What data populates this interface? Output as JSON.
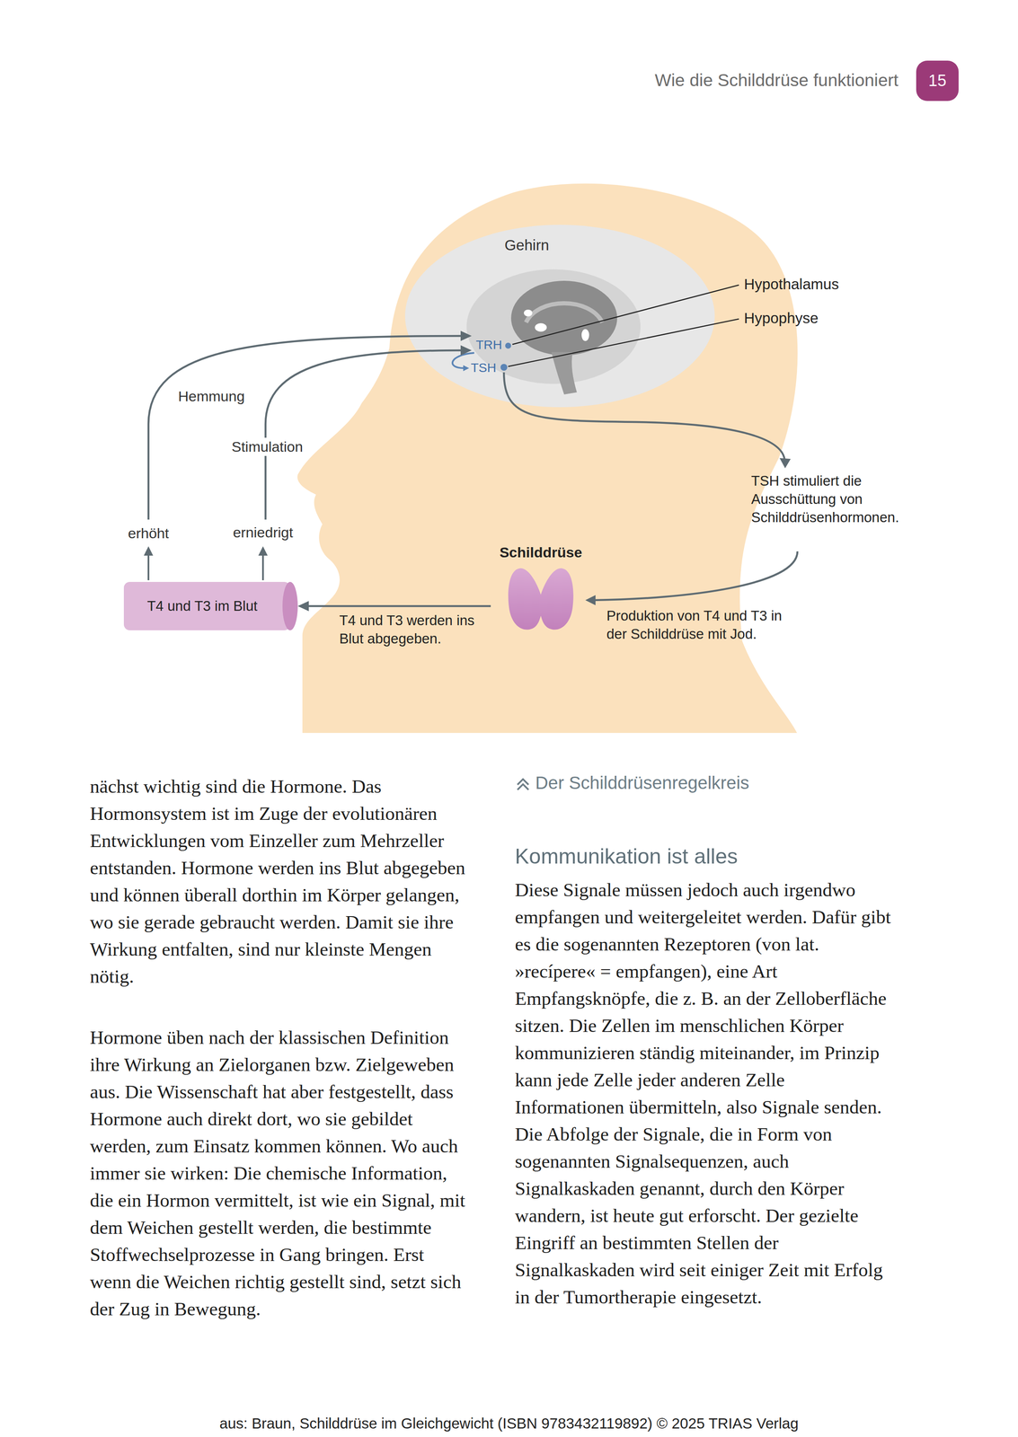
{
  "diagram": {
    "caption": "Der Schilddrüsenregelkreis",
    "nodes": [
      {
        "text": [
          "T4 und T3 im Blut"
        ]
      },
      {
        "text": [
          "Schilddrüse"
        ]
      }
    ],
    "edges": [
      {
        "from": 1,
        "to": 0,
        "arrow": "to",
        "label": "T4 und T3 werden ins Blut abgegeben."
      }
    ],
    "labels": [
      "Wie die Schilddrüse funktioniert",
      "15",
      "Gehirn",
      "Hypothalamus",
      "Hypophyse",
      "TRH",
      "TSH",
      "Hemmung",
      "Stimulation",
      "erhöht",
      "erniedrigt",
      "TSH stimuliert die Ausschüttung von Schilddrüsenhormonen.",
      "Produktion von T4 und T3 in der Schilddrüse mit Jod.",
      "nächst wichtig sind die Hormone. Das Hormonsystem ist im Zuge der evolutionären Entwicklungen vom Einzeller zum Mehrzeller entstanden. Hormone werden ins Blut abgegeben und können überall dorthin im Körper gelangen, wo sie gerade gebraucht werden. Damit sie ihre Wirkung entfalten, sind nur kleinste Mengen nötig.",
      "Hormone üben nach der klassischen Definition ihre Wirkung an Zielorganen bzw. Zielgeweben aus. Die Wissenschaft hat aber festgestellt, dass Hormone auch direkt dort, wo sie gebildet werden, zum Einsatz kommen können. Wo auch immer sie wirken: Die chemische Information, die ein Hormon vermittelt, ist wie ein Signal, mit dem Weichen gestellt werden, die bestimmte Stoffwechselprozesse in Gang bringen. Erst wenn die Weichen richtig gestellt sind, setzt sich der Zug in Bewegung.",
      "Kommunikation ist alles",
      "Diese Signale müssen jedoch auch irgendwo empfangen und weitergeleitet werden. Dafür gibt es die sogenannten Rezeptoren (von lat. »recípere« = empfangen), eine Art Empfangsknöpfe, die z. B. an der Zelloberfläche sitzen. Die Zellen im menschlichen Körper kommunizieren ständig miteinander, im Prinzip kann jede Zelle jeder anderen Zelle Informationen übermitteln, also Signale senden. Die Abfolge der Signale, die in Form von sogenannten Signalsequenzen, auch Signalkaskaden genannt, durch den Körper wandern, ist heute gut erforscht. Der gezielte Eingriff an bestimmten Stellen der Signalkaskaden wird seit einiger Zeit mit Erfolg in der Tumortherapie eingesetzt.",
      "aus: Braun, Schilddrüse im Gleichgewicht (ISBN 9783432119892) © 2025 TRIAS Verlag"
    ]
  }
}
